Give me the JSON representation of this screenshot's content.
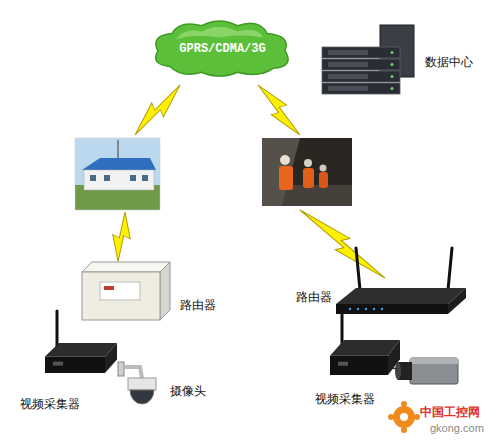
{
  "diagram": {
    "nodes": [
      {
        "text": [
          "GPRS/CDMA/3G"
        ]
      },
      {
        "text": [
          "数据中心"
        ]
      },
      {
        "text": [
          "路由器"
        ]
      },
      {
        "text": [
          "路由器"
        ]
      },
      {
        "text": [
          "视频采集器"
        ]
      },
      {
        "text": [
          "摄像头"
        ]
      },
      {
        "text": [
          "视频采集器"
        ]
      }
    ],
    "labels": [
      "中国工控网",
      "gkong.com"
    ]
  }
}
